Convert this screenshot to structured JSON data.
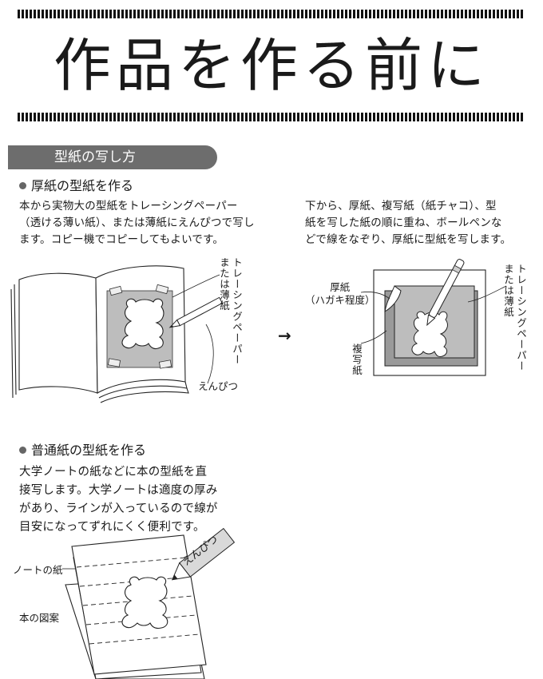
{
  "page": {
    "title": "作品を作る前に"
  },
  "section": {
    "tab_label": "型紙の写し方"
  },
  "method1": {
    "heading": "厚紙の型紙を作る",
    "left_text": "本から実物大の型紙をトレーシングペーパー\n（透ける薄い紙）、または薄紙にえんぴつで写し\nます。コピー機でコピーしてもよいです。",
    "right_text": "下から、厚紙、複写紙（紙チャコ）、型\n紙を写した紙の順に重ね、ボールペンな\nどで線をなぞり、厚紙に型紙を写します。",
    "fig1_labels": {
      "tracing_paper": "トレーシングペーパー\nまたは薄紙",
      "pencil": "えんぴつ"
    },
    "fig2_labels": {
      "cardboard": "厚紙\n（ハガキ程度）",
      "carbon_paper": "複写紙",
      "tracing_paper": "トレーシングペーパー\nまたは薄紙"
    },
    "arrow": "→"
  },
  "method2": {
    "heading": "普通紙の型紙を作る",
    "text": "大学ノートの紙などに本の型紙を直\n接写します。大学ノートは適度の厚み\nがあり、ラインが入っているので線が\n目安になってずれにくく便利です。",
    "fig_labels": {
      "notebook_paper": "ノートの紙",
      "book_pattern": "本の図案",
      "pencil": "えんぴつ"
    }
  },
  "colors": {
    "tab_bg": "#6d6d6d",
    "tracing_gray": "#bdbdbd",
    "carbon_gray": "#9a9a9a"
  }
}
